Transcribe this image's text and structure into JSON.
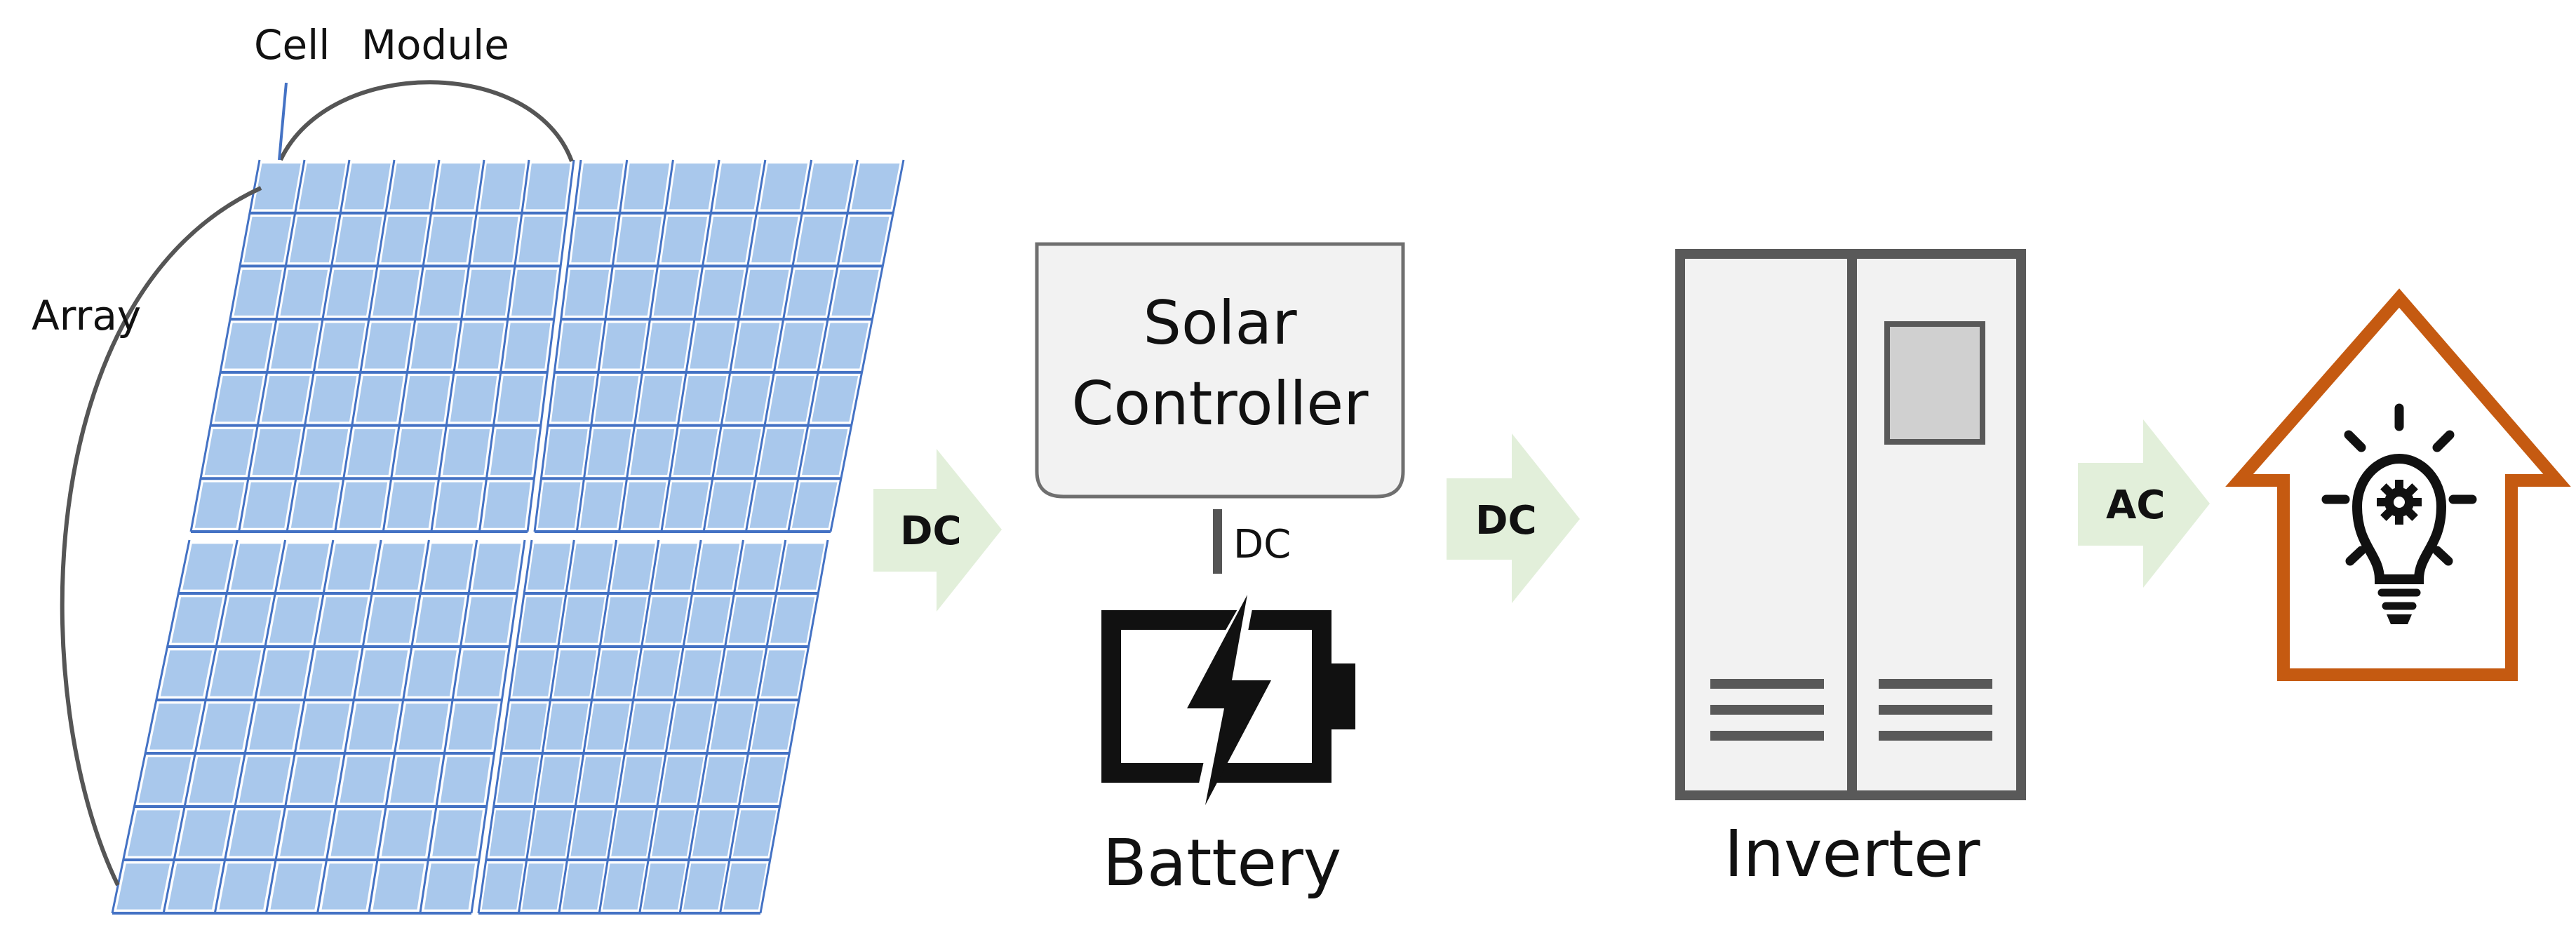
{
  "labels": {
    "cell": "Cell",
    "module": "Module",
    "array": "Array",
    "solar_controller_line1": "Solar",
    "solar_controller_line2": "Controller",
    "battery": "Battery",
    "inverter": "Inverter",
    "dc_panel_to_controller": "DC",
    "dc_controller_to_battery": "DC",
    "dc_to_inverter": "DC",
    "ac_to_home": "AC"
  },
  "colors": {
    "panel_cell": "#a9c8ec",
    "panel_grid": "#4472c4",
    "arrow_fill": "#e2efda",
    "controller_box": "#f2f2f2",
    "controller_border": "#6f6f6f",
    "inverter_border": "#595959",
    "inverter_fill": "#f2f2f2",
    "house_outline": "#c55a11",
    "icon_dark": "#111111"
  },
  "icons": [
    "solar-array-icon",
    "battery-icon",
    "inverter-cabinet-icon",
    "house-lightbulb-icon"
  ]
}
